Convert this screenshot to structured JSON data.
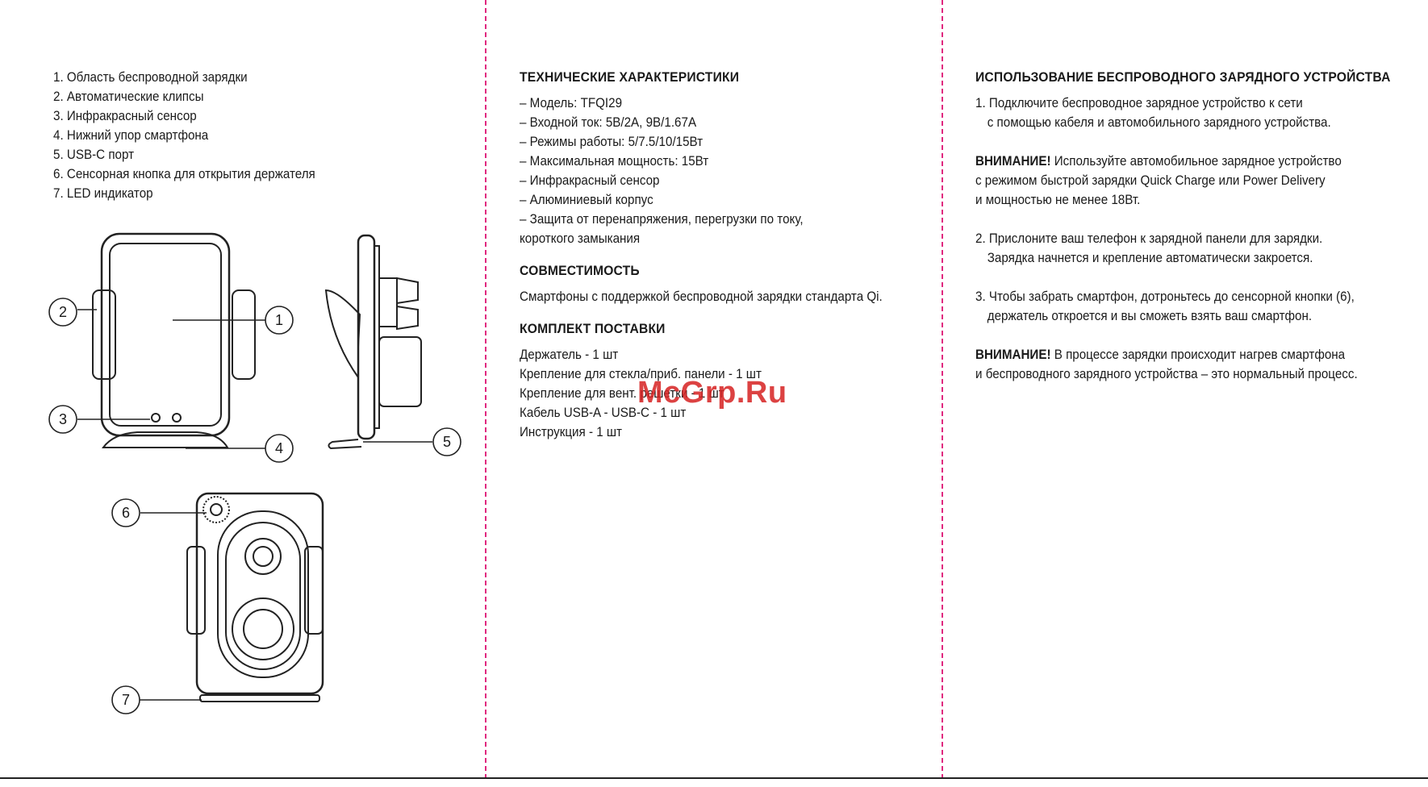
{
  "parts": {
    "items": [
      "1. Область беспроводной зарядки",
      "2. Автоматические клипсы",
      "3. Инфракрасный сенсор",
      "4. Нижний упор смартфона",
      "5. USB-C порт",
      "6. Сенсорная кнопка для открытия держателя",
      "7. LED индикатор"
    ],
    "callouts": [
      "1",
      "2",
      "3",
      "4",
      "5",
      "6",
      "7"
    ]
  },
  "specs": {
    "title": "ТЕХНИЧЕСКИЕ ХАРАКТЕРИСТИКИ",
    "items": [
      "– Модель: TFQI29",
      "– Входной ток: 5В/2А, 9В/1.67А",
      "– Режимы работы: 5/7.5/10/15Вт",
      "– Максимальная мощность: 15Вт",
      "– Инфракрасный сенсор",
      "– Алюминиевый корпус",
      "– Защита от перенапряжения, перегрузки по току,",
      "короткого замыкания"
    ]
  },
  "compatibility": {
    "title": "СОВМЕСТИМОСТЬ",
    "text": "Смартфоны с поддержкой беспроводной зарядки стандарта Qi."
  },
  "package": {
    "title": "КОМПЛЕКТ ПОСТАВКИ",
    "items": [
      "Держатель - 1 шт",
      "Крепление для стекла/приб. панели - 1 шт",
      "Крепление для вент. решетки - 1 шт",
      "Кабель USB-A - USB-C - 1 шт",
      "Инструкция - 1 шт"
    ]
  },
  "usage": {
    "title": "ИСПОЛЬЗОВАНИЕ БЕСПРОВОДНОГО ЗАРЯДНОГО УСТРОЙСТВА",
    "step1": [
      "1. Подключите беспроводное зарядное устройство к сети",
      "с помощью кабеля и автомобильного зарядного устройства."
    ],
    "warning1_label": "ВНИМАНИЕ!",
    "warning1": [
      " Используйте автомобильное зарядное устройство",
      "с режимом быстрой зарядки Quick Charge или Power Delivery",
      "и мощностью не менее 18Вт."
    ],
    "step2": [
      "2. Прислоните ваш телефон к зарядной панели для зарядки.",
      "Зарядка начнется и крепление автоматически закроется."
    ],
    "step3": [
      "3. Чтобы забрать смартфон, дотроньтесь до сенсорной кнопки (6),",
      "держатель откроется и вы сможеть взять ваш смартфон."
    ],
    "warning2_label": "ВНИМАНИЕ!",
    "warning2": [
      " В процессе зарядки происходит нагрев смартфона",
      "и беспроводного зарядного устройства – это нормальный процесс."
    ]
  },
  "watermark": "McGrp.Ru",
  "colors": {
    "fold_line": "#e0287f",
    "watermark": "#d62222",
    "ink": "#1a1a1a"
  }
}
